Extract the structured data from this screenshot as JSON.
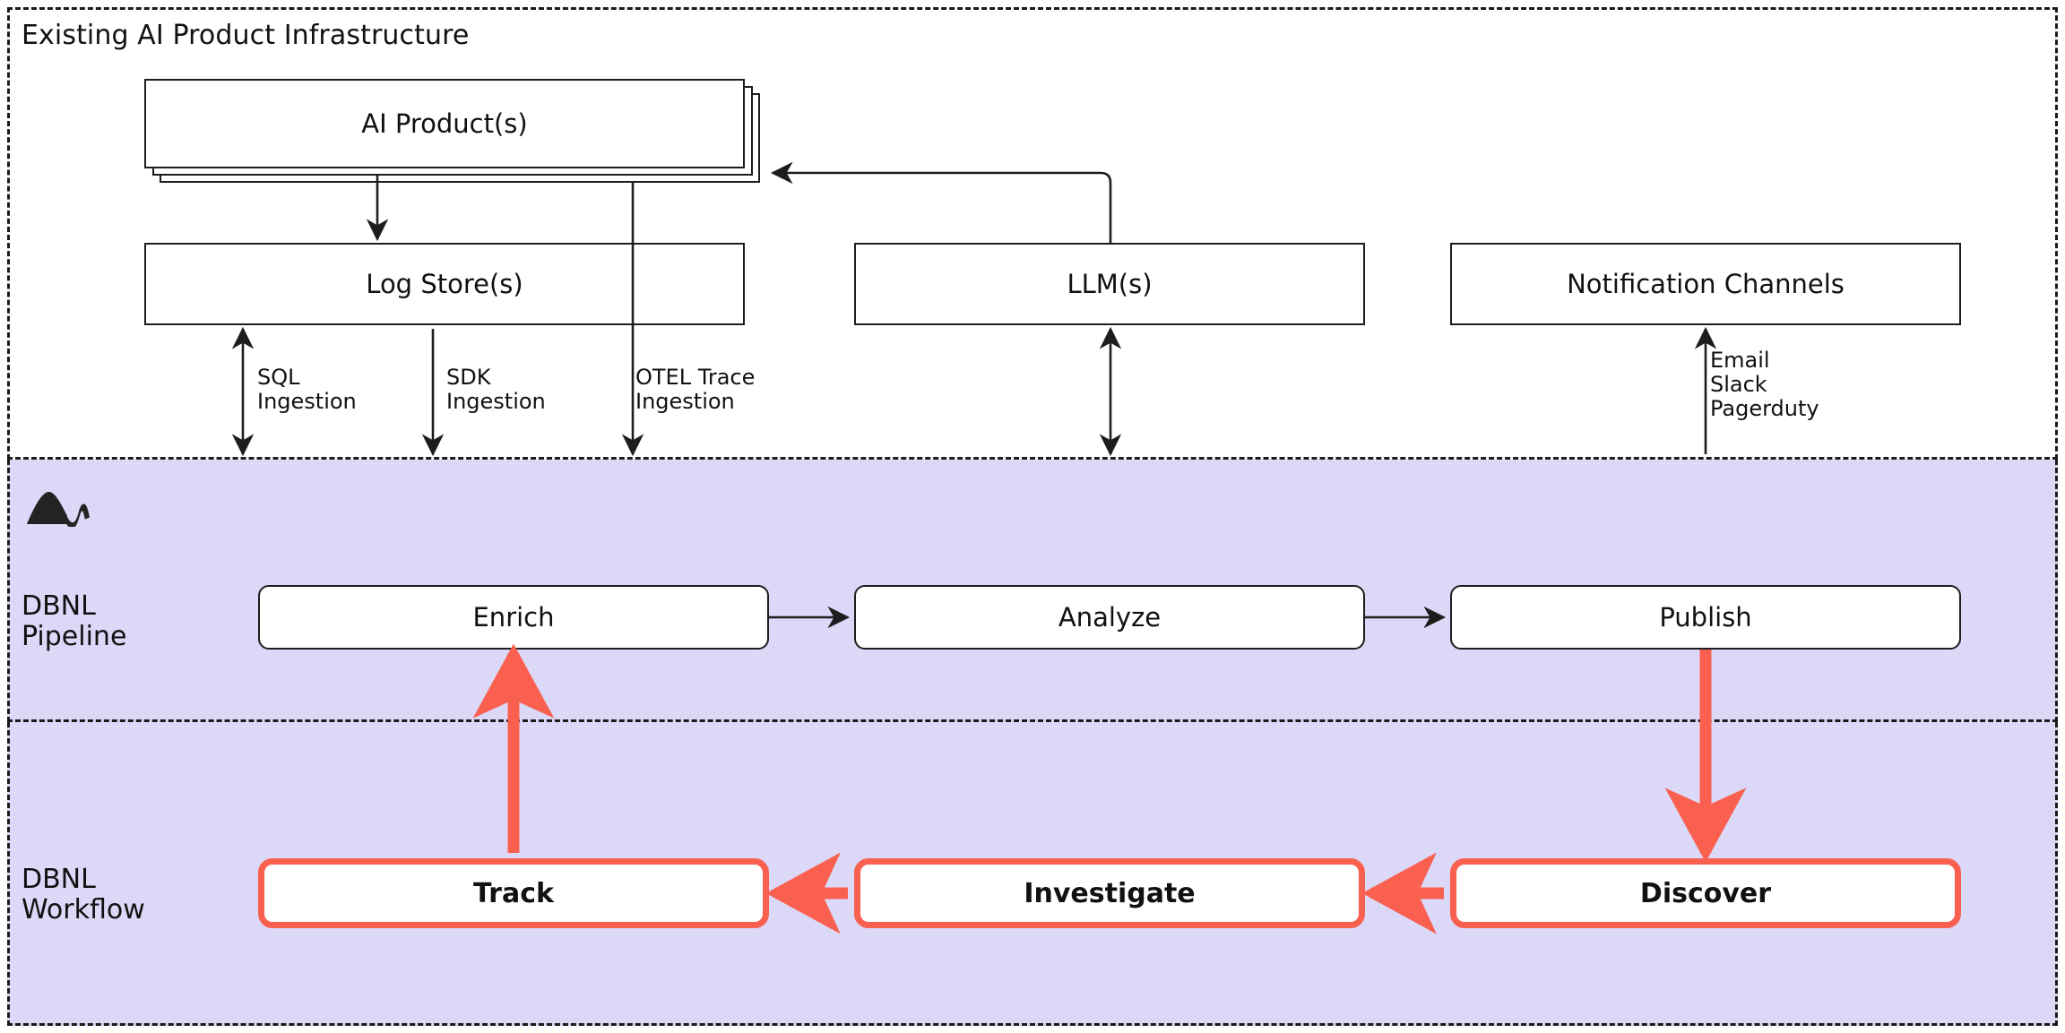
{
  "sections": {
    "infra": {
      "title": "Existing AI Product Infrastructure"
    },
    "pipeline": {
      "label": "DBNL\nPipeline",
      "logo_icon": "dbnl-mountain-logo"
    },
    "workflow": {
      "label": "DBNL\nWorkflow"
    }
  },
  "infra_nodes": {
    "ai_product": "AI Product(s)",
    "log_store": "Log Store(s)",
    "llm": "LLM(s)",
    "notification_channels": "Notification Channels"
  },
  "edge_labels": {
    "sql": "SQL\nIngestion",
    "sdk": "SDK\nIngestion",
    "otel": "OTEL Trace\nIngestion",
    "notify": "Email\nSlack\nPagerduty"
  },
  "pipeline_nodes": [
    {
      "id": "enrich",
      "label": "Enrich"
    },
    {
      "id": "analyze",
      "label": "Analyze"
    },
    {
      "id": "publish",
      "label": "Publish"
    }
  ],
  "workflow_nodes": [
    {
      "id": "track",
      "label": "Track"
    },
    {
      "id": "investigate",
      "label": "Investigate"
    },
    {
      "id": "discover",
      "label": "Discover"
    }
  ],
  "colors": {
    "band_purple": "#dcd8f8",
    "accent_red": "#f9604f",
    "stroke": "#1d1d1d",
    "page_background": "#ffffff"
  }
}
